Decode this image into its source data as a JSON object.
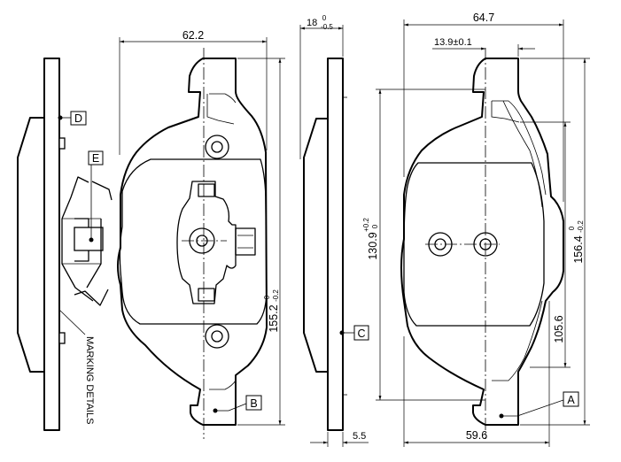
{
  "dimensions": {
    "left_width": "62.2",
    "left_height_main": "155.2",
    "left_height_sup": "0",
    "left_height_sub": "-0.2",
    "side_thickness_main": "18",
    "side_thickness_sup": "0",
    "side_thickness_sub": "-0.5",
    "side_bottom": "5.5",
    "right_width": "64.7",
    "right_offset": "13.9±0.1",
    "right_inner_height_main": "130.9",
    "right_inner_height_sup": "+0.2",
    "right_inner_height_sub": "0",
    "right_outer_height_main": "156.4",
    "right_outer_height_sup": "0",
    "right_outer_height_sub": "-0.2",
    "right_mid_height": "105.6",
    "right_bottom_width": "59.6"
  },
  "labels": {
    "a": "A",
    "b": "B",
    "c": "C",
    "d": "D",
    "e": "E",
    "marking": "MARKING DETAILS"
  }
}
